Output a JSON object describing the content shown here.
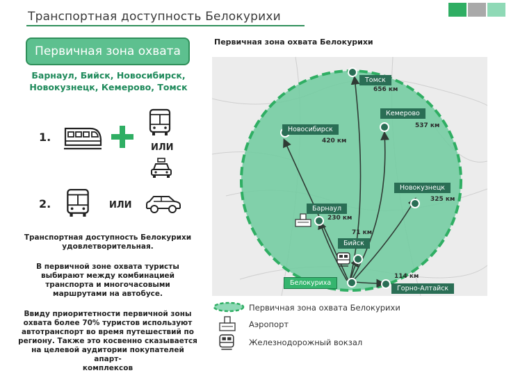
{
  "header": {
    "title": "Транспортная доступность Белокурихи",
    "swatches": [
      "#2fae63",
      "#a9a9a9",
      "#8fd9b6"
    ]
  },
  "left": {
    "zone_title": "Первичная зона охвата",
    "cities_line1": "Барнаул, Бийск,  Новосибирск,",
    "cities_line2": "Новокузнецк, Кемерово, Томск",
    "option1_num": "1.",
    "option2_num": "2.",
    "or1": "ИЛИ",
    "or2": "ИЛИ",
    "para1": [
      "Транспортная доступность Белокурихи",
      "удовлетворительная."
    ],
    "para2": [
      "В первичной зоне охвата туристы",
      "выбирают  между комбинацией",
      "транспорта и многочасовыми",
      "маршрутами на автобусе."
    ],
    "para3": [
      "Ввиду приоритетности первичной зоны",
      "охвата более 70% туристов используют",
      "автотранспорт во время путешествий по",
      "региону. Также это косвенно сказывается",
      "на целевой аудитории покупателей апарт-",
      "комплексов"
    ]
  },
  "map": {
    "title": "Первичная зона охвата Белокурихи",
    "cities": {
      "tomsk": {
        "name": "Томск",
        "dist": "656 км"
      },
      "kemerovo": {
        "name": "Кемерово",
        "dist": "537 км"
      },
      "novosibirsk": {
        "name": "Новосибирск",
        "dist": "420 км"
      },
      "novokuznetsk": {
        "name": "Новокузнецк",
        "dist": "325 км"
      },
      "barnaul": {
        "name": "Барнаул",
        "dist": "230 км"
      },
      "biysk": {
        "name": "Бийск",
        "dist": "71 км"
      },
      "belokurikha": {
        "name": "Белокуриха"
      },
      "gorno": {
        "name": "Горно-Алтайск",
        "dist": "114 км"
      }
    },
    "colors": {
      "zone": "#6fcb9f",
      "zone_border": "#2fae63",
      "label": "#2a6e55",
      "main_label": "#35b56e"
    }
  },
  "legend": {
    "zone": "Первичная зона охвата Белокурихи",
    "airport": "Аэропорт",
    "rail": "Железнодорожный вокзал"
  }
}
